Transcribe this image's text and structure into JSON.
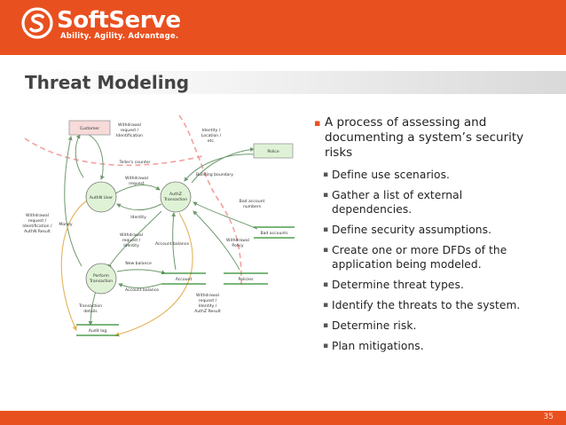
{
  "brand": {
    "name": "SoftServe",
    "tagline": "Ability. Agility. Advantage.",
    "color": "#e9501f"
  },
  "slide": {
    "title": "Threat Modeling",
    "page_number": "35"
  },
  "bullets": {
    "main": "A process of assessing and documenting a system’s security risks",
    "sub": [
      "Define use scenarios.",
      "Gather a list of external dependencies.",
      "Define security assumptions.",
      "Create one or more DFDs of the application being modeled.",
      "Determine threat types.",
      "Identify the threats to the system.",
      "Determine risk.",
      "Plan mitigations."
    ]
  },
  "diagram": {
    "entities": {
      "customer": "Customer",
      "police": "Police"
    },
    "processes": {
      "authn_user": "AuthN User",
      "authz_transaction": [
        "AuthZ",
        "Transaction"
      ],
      "perform_transaction": [
        "Perform",
        "Transaction"
      ]
    },
    "stores": {
      "bad_accounts": "Bad accounts",
      "account": "Account",
      "policies": "Policies",
      "audit_log": "Audit log"
    },
    "flows": {
      "withdrawal_request_identification": [
        "Withdrawal",
        "request /",
        "Identification"
      ],
      "identity_location": [
        "Identity /",
        "Location /",
        "etc."
      ],
      "tellers_counter": "Teller's counter",
      "building_boundary": "Building boundary",
      "withdrawal_request": [
        "Withdrawal",
        "request"
      ],
      "bad_account_numbers": [
        "Bad account",
        "numbers"
      ],
      "identity": "Identity",
      "withdrawal_request_authn": [
        "Withdrawal",
        "request /",
        "Identification /",
        "AuthN Result"
      ],
      "money": "Money",
      "withdrawal_request_identity": [
        "Withdrawal",
        "request /",
        "Identity"
      ],
      "account_balance": "Account balance",
      "withdrawal_policy": [
        "Withdrawal",
        "Policy"
      ],
      "new_balance": "New balance",
      "account_balance_2": "Account balance",
      "withdrawal_request_authz": [
        "Withdrawal",
        "request /",
        "Identity /",
        "AuthZ Result"
      ],
      "transaction_details": [
        "Transaction",
        "details"
      ]
    }
  }
}
